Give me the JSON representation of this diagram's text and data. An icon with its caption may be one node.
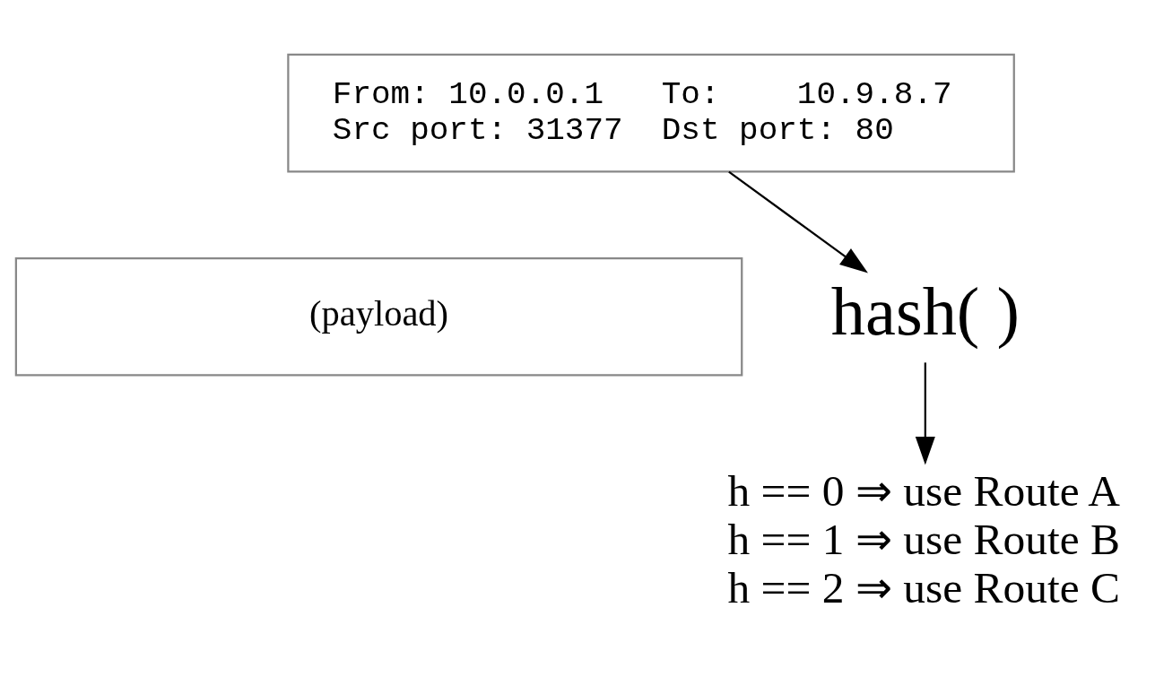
{
  "diagram": {
    "nodes": [
      {
        "text": [
          "From: 10.0.0.1   To:    10.9.8.7",
          "Src port: 31377  Dst port: 80"
        ]
      },
      {
        "text": [
          "(payload)"
        ]
      },
      {
        "text": [
          "hash( )"
        ]
      },
      {
        "text": [
          "h == 0 ⇒ use Route A",
          "h == 1 ⇒ use Route B",
          "h == 2 ⇒ use Route C"
        ]
      }
    ],
    "edges": [
      {
        "from": 0,
        "to": 2,
        "arrow": "to"
      },
      {
        "from": 2,
        "to": 3,
        "arrow": "to"
      }
    ]
  }
}
